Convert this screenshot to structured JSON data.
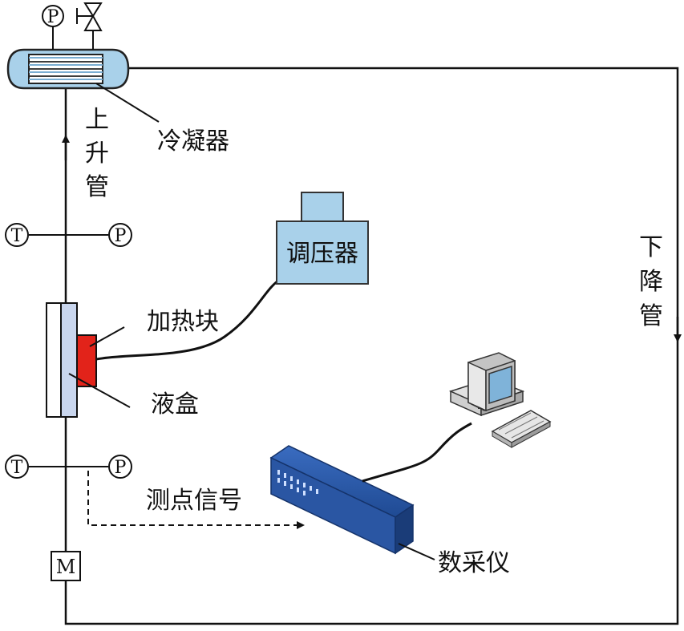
{
  "labels": {
    "condenser": "冷凝器",
    "riser": [
      "上",
      "升",
      "管"
    ],
    "downcomer": [
      "下",
      "降",
      "管"
    ],
    "pressure_regulator": "调压器",
    "heating_block": "加热块",
    "liquid_box": "液盒",
    "measure_signal": "测点信号",
    "daq": "数采仪"
  },
  "symbols": {
    "pressure": "P",
    "temperature": "T",
    "motor": "M"
  },
  "colors": {
    "condenser_fill": "#a9d1ea",
    "regulator_fill": "#a9d1ea",
    "liquid_box_fill": "#c9d6ee",
    "heater_fill": "#e2231a",
    "daq_fill": "#2a56a3",
    "computer_fill": "#d8d8d8"
  },
  "icons": [
    "valve-icon",
    "computer-icon",
    "keyboard-icon"
  ]
}
